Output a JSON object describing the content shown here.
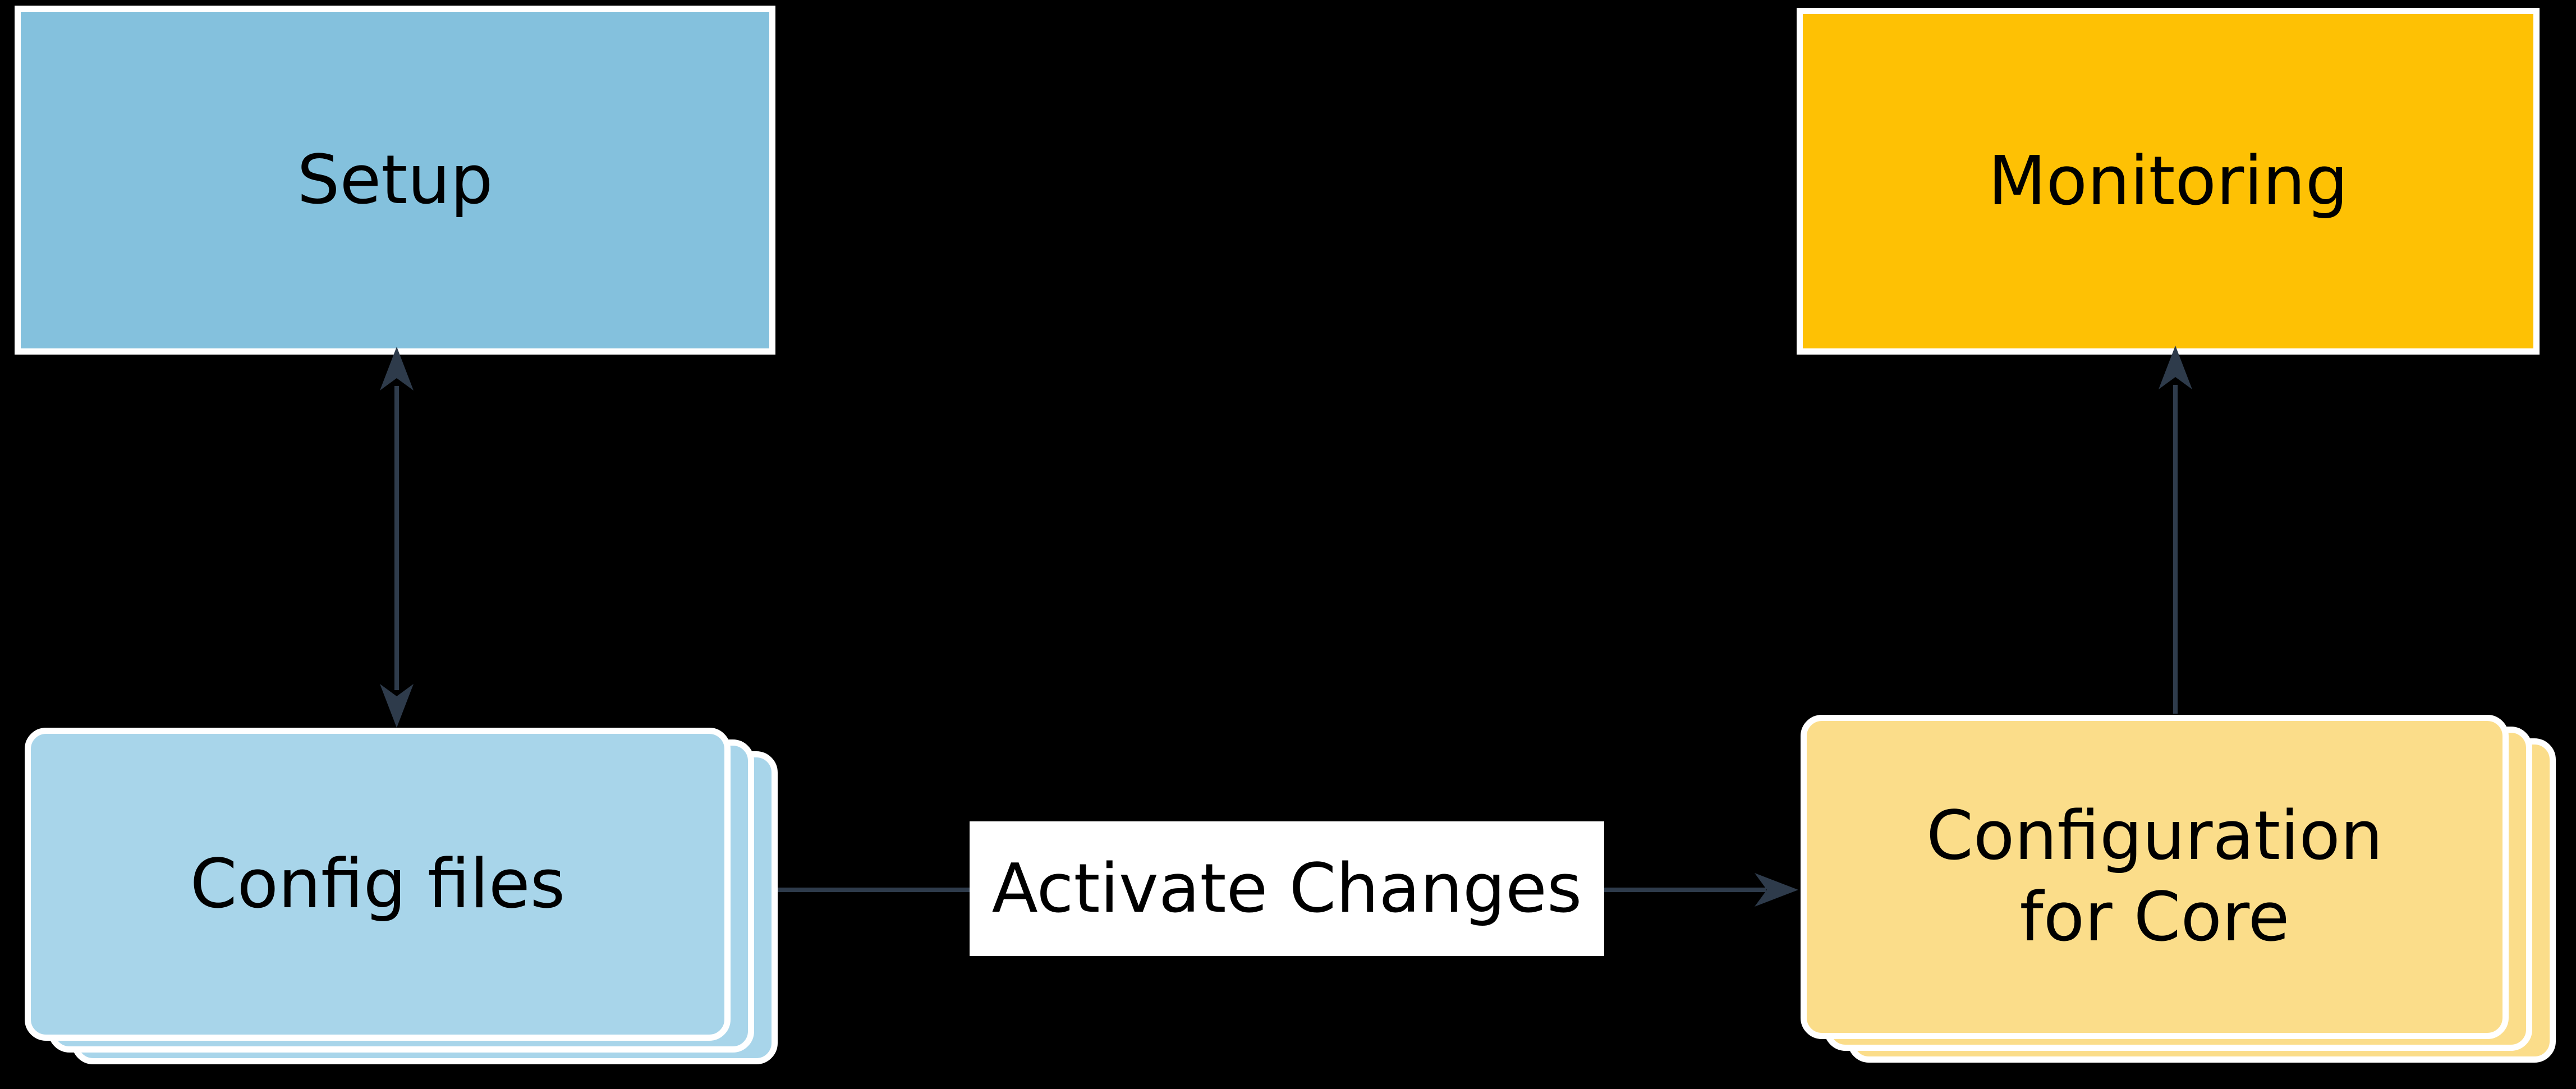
{
  "diagram": {
    "background_color": "#000000",
    "nodes": {
      "setup": {
        "label": "Setup",
        "fill": "#84C1DD",
        "shape": "rectangle"
      },
      "monitoring": {
        "label": "Monitoring",
        "fill": "#FEC104",
        "shape": "rectangle"
      },
      "config_files": {
        "label": "Config files",
        "fill": "#A8D5EA",
        "shape": "stacked-rounded"
      },
      "config_core": {
        "label": "Configuration for Core",
        "fill": "#FBDD8A",
        "shape": "stacked-rounded"
      }
    },
    "edges": {
      "setup_configfiles": {
        "type": "double-arrow",
        "color": "#2E3B4B",
        "from": "setup",
        "to": "config_files"
      },
      "configfiles_core": {
        "type": "arrow",
        "color": "#2E3B4B",
        "from": "config_files",
        "to": "config_core",
        "label": "Activate Changes",
        "label_bg": "#FFFFFF"
      },
      "core_monitoring": {
        "type": "arrow",
        "color": "#2E3B4B",
        "from": "config_core",
        "to": "monitoring"
      }
    }
  }
}
